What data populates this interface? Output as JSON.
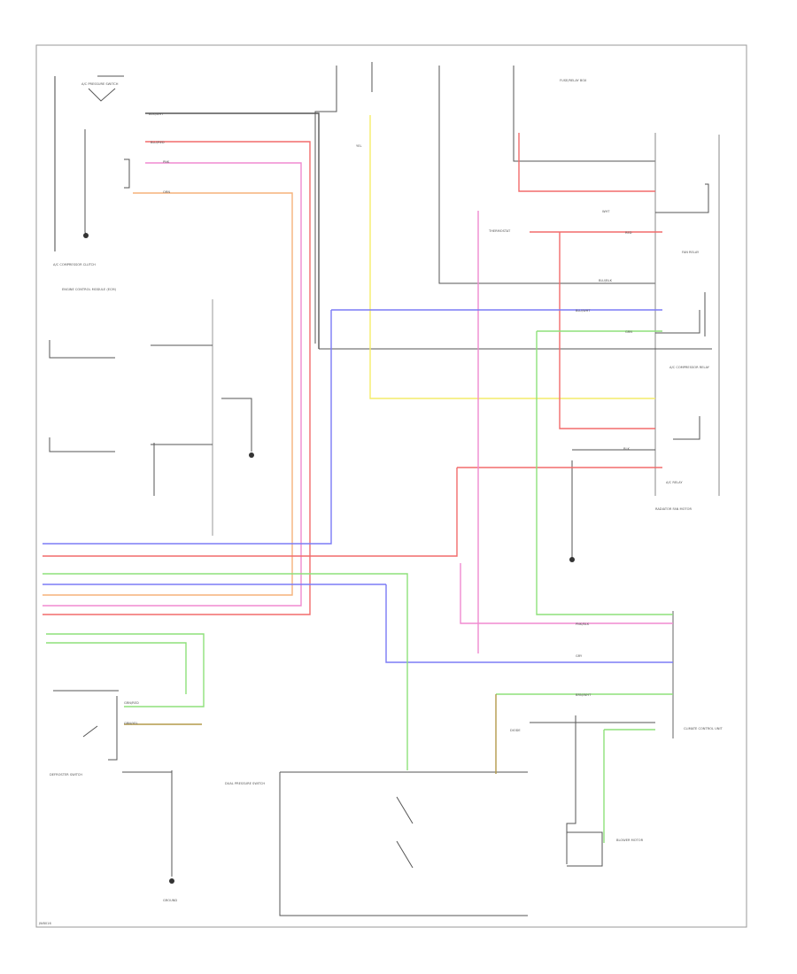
{
  "diagram": {
    "footer_code": "JW8016",
    "colors": {
      "red": "#f26b6b",
      "pink": "#f08ad0",
      "yellow": "#f4ec6a",
      "blue": "#7b7bf5",
      "green": "#8ee07a",
      "orange": "#f5b27a",
      "gray": "#555555",
      "olive": "#b39a4a"
    },
    "labels": {
      "ac_sw": "A/C PRESSURE SWITCH",
      "clutch": "A/C COMPRESSOR CLUTCH",
      "ecm_ac": "ENGINE CONTROL MODULE (ECM)",
      "ac_relay": "A/C RELAY",
      "fan_relay": "FAN RELAY",
      "comp_relay": "A/C COMPRESSOR RELAY",
      "fuse_box": "FUSE/RELAY BOX",
      "defog": "DEFROSTER SWITCH",
      "ground": "GROUND",
      "dual_press": "DUAL PRESSURE SWITCH",
      "control_unit": "CLIMATE CONTROL UNIT",
      "blower": "BLOWER MOTOR",
      "diode": "DIODE",
      "thermo": "THERMOSTAT",
      "rad_fan": "RADIATOR FAN MOTOR"
    },
    "wire_tags": {
      "w1": "BLK/WHT",
      "w2": "BLU/RED",
      "w3": "PNK",
      "w4": "ORN",
      "w5": "YEL",
      "w6": "BLU/WHT",
      "w7": "BLU/BLK",
      "w8": "GRN",
      "w9": "RED",
      "w10": "BLK",
      "w11": "GRN/RED",
      "w12": "GRN/YEL",
      "w13": "WHT",
      "w14": "PNK/BLK",
      "w15": "BRN/WHT",
      "w16": "GRY"
    }
  }
}
